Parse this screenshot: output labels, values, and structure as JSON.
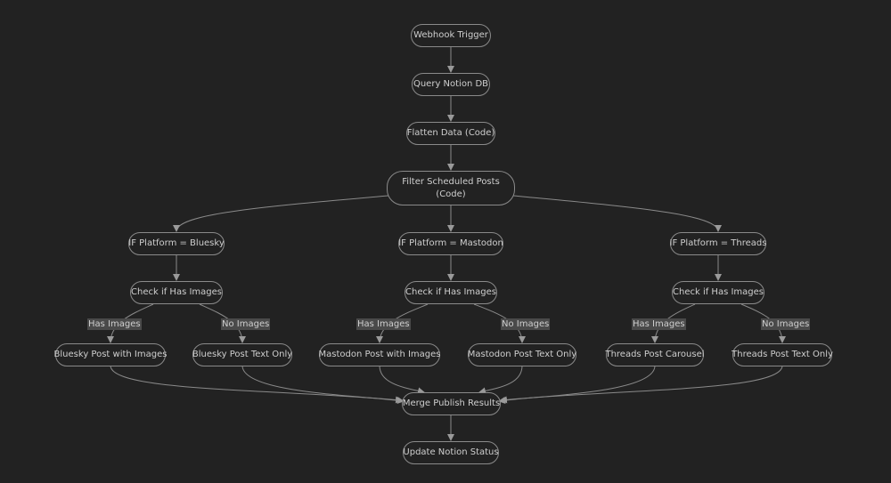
{
  "nodes": {
    "webhook": "Webhook Trigger",
    "query": "Query Notion DB",
    "flatten": "Flatten Data (Code)",
    "filter_line1": "Filter Scheduled Posts",
    "filter_line2": "(Code)",
    "if_bluesky": "IF Platform = Bluesky",
    "if_mastodon": "IF Platform = Mastodon",
    "if_threads": "IF Platform = Threads",
    "check_bluesky": "Check if Has Images",
    "check_mastodon": "Check if Has Images",
    "check_threads": "Check if Has Images",
    "bsky_images": "Bluesky Post with Images",
    "bsky_text": "Bluesky Post Text Only",
    "masto_images": "Mastodon Post with Images",
    "masto_text": "Mastodon Post Text Only",
    "threads_carousel": "Threads Post Carousel",
    "threads_text": "Threads Post Text Only",
    "merge": "Merge Publish Results",
    "update": "Update Notion Status"
  },
  "edge_labels": {
    "bsky_has": "Has Images",
    "bsky_no": "No Images",
    "masto_has": "Has Images",
    "masto_no": "No Images",
    "threads_has": "Has Images",
    "threads_no": "No Images"
  }
}
